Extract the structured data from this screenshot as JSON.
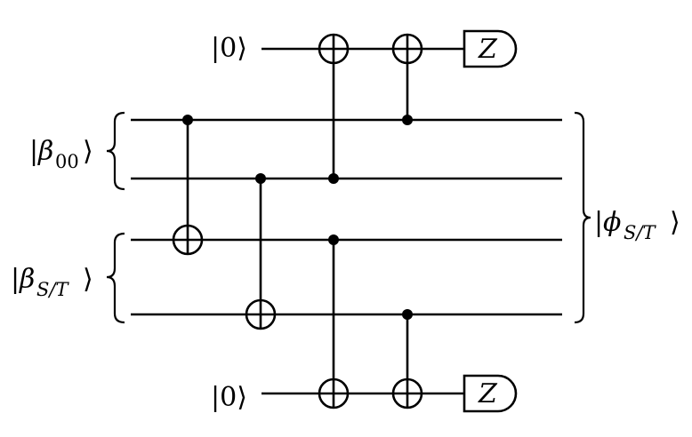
{
  "labels": {
    "ancilla_top": "|0⟩",
    "ancilla_bottom": "|0⟩",
    "bell_pair": {
      "open": "|",
      "greek": "β",
      "sub": "00",
      "close": "⟩"
    },
    "input_state": {
      "open": "|",
      "greek": "β",
      "sub": "S/T",
      "close": "⟩"
    },
    "output_state": {
      "open": "|",
      "greek": "ϕ",
      "sub": "S/T",
      "close": "⟩"
    },
    "meter_top": "Z",
    "meter_bottom": "Z"
  }
}
